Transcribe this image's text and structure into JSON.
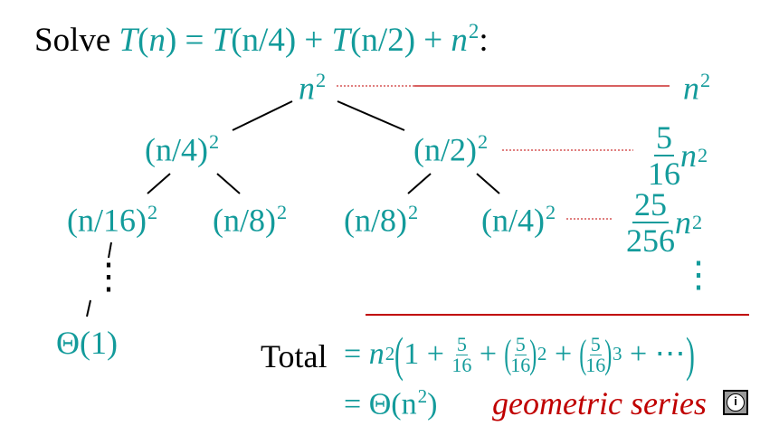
{
  "title": {
    "prefix": "Solve",
    "T": "T",
    "n": "n",
    "eq_mid": ") = ",
    "t1": "T",
    "t1_arg": "(n/4) + ",
    "t2": "T",
    "t2_arg": "(n/2) + ",
    "n_last": "n",
    "exp": "2",
    "suffix": ":"
  },
  "tree": {
    "root": {
      "base": "n",
      "exp": "2"
    },
    "level1": [
      {
        "base": "(n/4)",
        "exp": "2"
      },
      {
        "base": "(n/2)",
        "exp": "2"
      }
    ],
    "level2": [
      {
        "base": "(n/16)",
        "exp": "2"
      },
      {
        "base": "(n/8)",
        "exp": "2"
      },
      {
        "base": "(n/8)",
        "exp": "2"
      },
      {
        "base": "(n/4)",
        "exp": "2"
      }
    ],
    "leaf": "Θ(1)",
    "vdots": "⋮"
  },
  "level_sums": [
    {
      "num": "",
      "den": "",
      "var": "n",
      "exp": "2"
    },
    {
      "num": "5",
      "den": "16",
      "var": "n",
      "exp": "2"
    },
    {
      "num": "25",
      "den": "256",
      "var": "n",
      "exp": "2"
    }
  ],
  "sums_vdots": "⋮",
  "total": {
    "label": "Total",
    "eq": "=",
    "lead": "n",
    "lead_exp": "2",
    "one": "1",
    "plus": "+",
    "f_num": "5",
    "f_den": "16",
    "sq": "2",
    "cube": "3",
    "ellipsis": "+ ⋯",
    "result_eq": "=",
    "result": "Θ(n",
    "result_exp": "2",
    "result_close": ")",
    "note": "geometric series"
  },
  "colors": {
    "accent": "#139b9b",
    "highlight": "#c00000",
    "text": "#000000"
  },
  "icons": {
    "info": "info-icon"
  }
}
